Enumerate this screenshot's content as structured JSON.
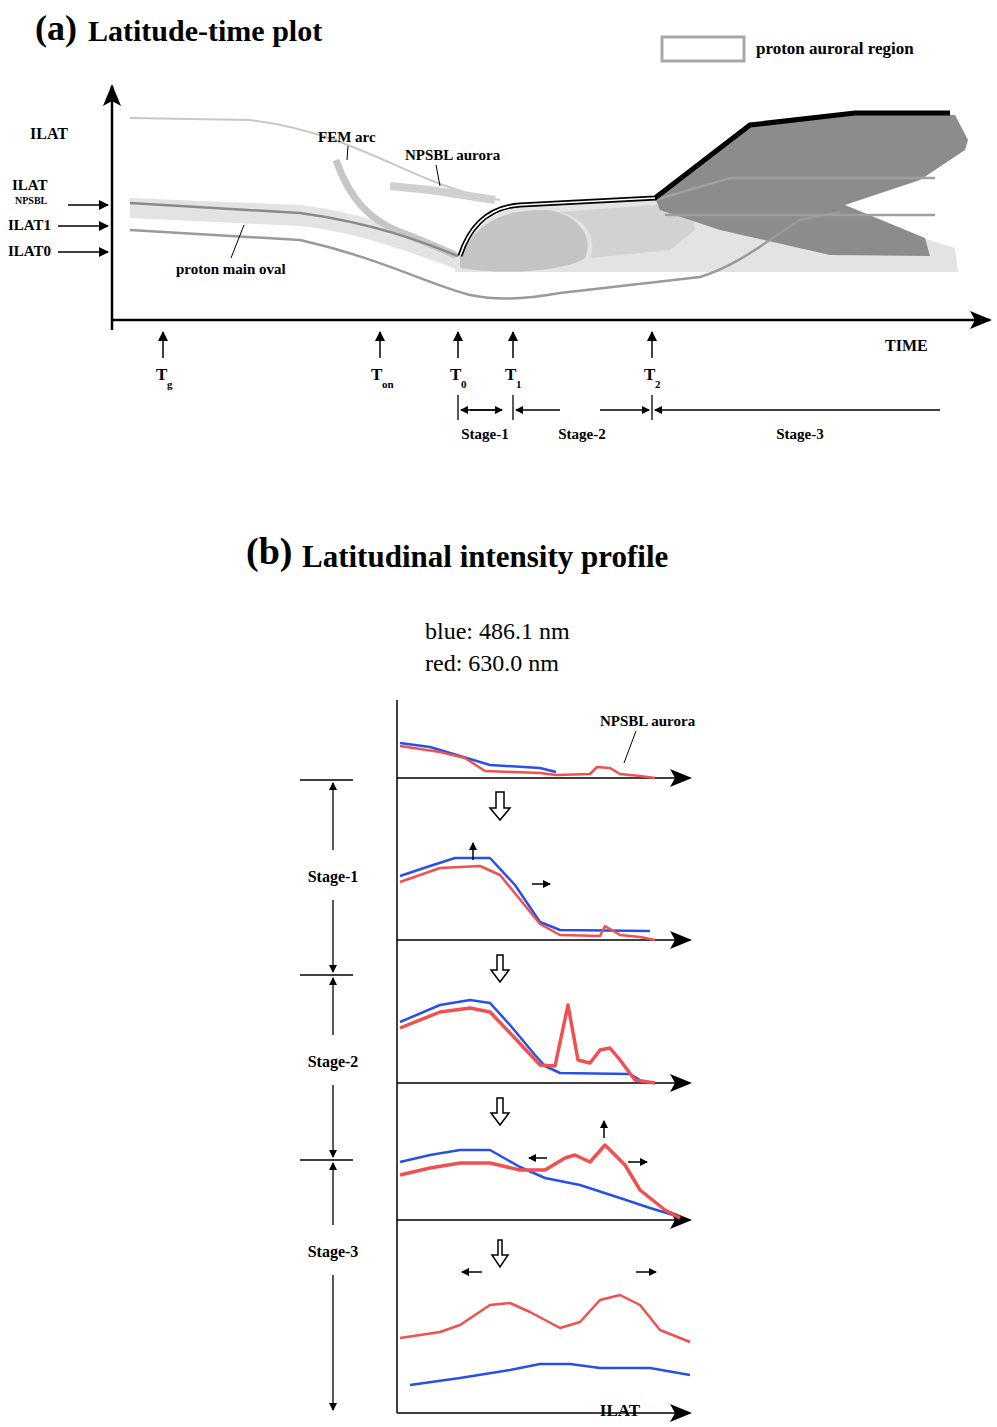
{
  "diagram": {
    "labels": [
      "(a)",
      "Latitude-time plot",
      "ILAT",
      "ILAT",
      "NPSBL",
      "ILAT1",
      "ILAT0",
      "FEM arc",
      "NPSBL aurora",
      "proton main oval",
      "TIME",
      "T",
      "g",
      "T",
      "on",
      "T",
      "0",
      "T",
      "1",
      "T",
      "2",
      "Stage-1",
      "Stage-2",
      "Stage-3",
      "(b)",
      "Latitudinal intensity profile",
      "blue: 486.1 nm",
      "red: 630.0 nm",
      "NPSBL aurora",
      "Stage-1",
      "Stage-2",
      "Stage-3",
      "ILAT"
    ],
    "legend": [
      {
        "text": "proton auroral region"
      }
    ]
  }
}
